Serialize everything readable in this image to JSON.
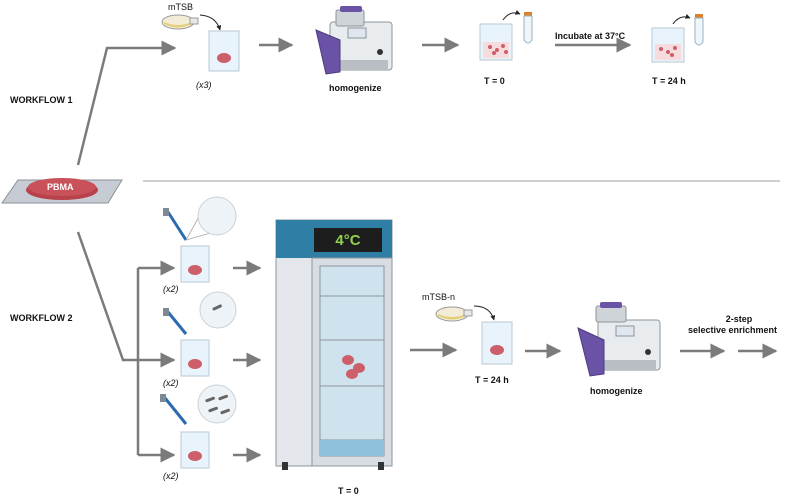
{
  "workflow1": {
    "title": "WORKFLOW 1",
    "medium": "mTSB",
    "replicates": "(x3)",
    "homogenize": "homogenize",
    "t0": "T = 0",
    "incubate": "Incubate at 37°C",
    "t24": "T = 24 h"
  },
  "source": {
    "label": "PBMA"
  },
  "workflow2": {
    "title": "WORKFLOW 2",
    "replicates": [
      "(x2)",
      "(x2)",
      "(x2)"
    ],
    "fridge_display": "4°C",
    "t0": "T = 0",
    "medium": "mTSB-n",
    "t24": "T = 24 h",
    "homogenize": "homogenize",
    "enrichment_line1": "2-step",
    "enrichment_line2": "selective enrichment"
  },
  "colors": {
    "arrow": "#7b7b7b",
    "meat": "#c9525a",
    "fridge_top": "#2f7ea6",
    "display_text": "#8fd14f",
    "homogenizer_purple": "#6a52a6"
  }
}
